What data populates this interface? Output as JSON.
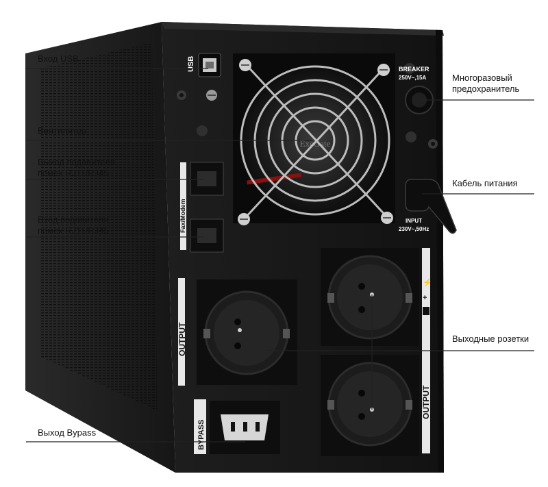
{
  "callouts": {
    "usb_input": "Вход USB",
    "fan": "Вентилятор",
    "suppressor_out": [
      "Выход подавителя",
      "помех RJ11/RJ45"
    ],
    "suppressor_in": [
      "Вход подавителя",
      "помех RJ11/RJ45"
    ],
    "bypass_out": "Выход Bypass",
    "breaker": [
      "Многоразовый",
      "предохранитель"
    ],
    "power_cable": "Кабель питания",
    "outlets": "Выходные розетки"
  },
  "device_labels": {
    "usb": "USB",
    "breaker_title": "BREAKER",
    "breaker_rating": "250V~,15A",
    "input_title": "INPUT",
    "input_rating": "230V~,50Hz",
    "fax_modem": "Fax/Modem",
    "output_left": "OUTPUT",
    "output_right": "OUTPUT",
    "bypass": "BYPASS",
    "fan_brand": "ExeGate"
  },
  "colors": {
    "case": "#1b1b1b",
    "panel": "#151515",
    "leader_line": "#222222",
    "label_text": "#111111"
  }
}
